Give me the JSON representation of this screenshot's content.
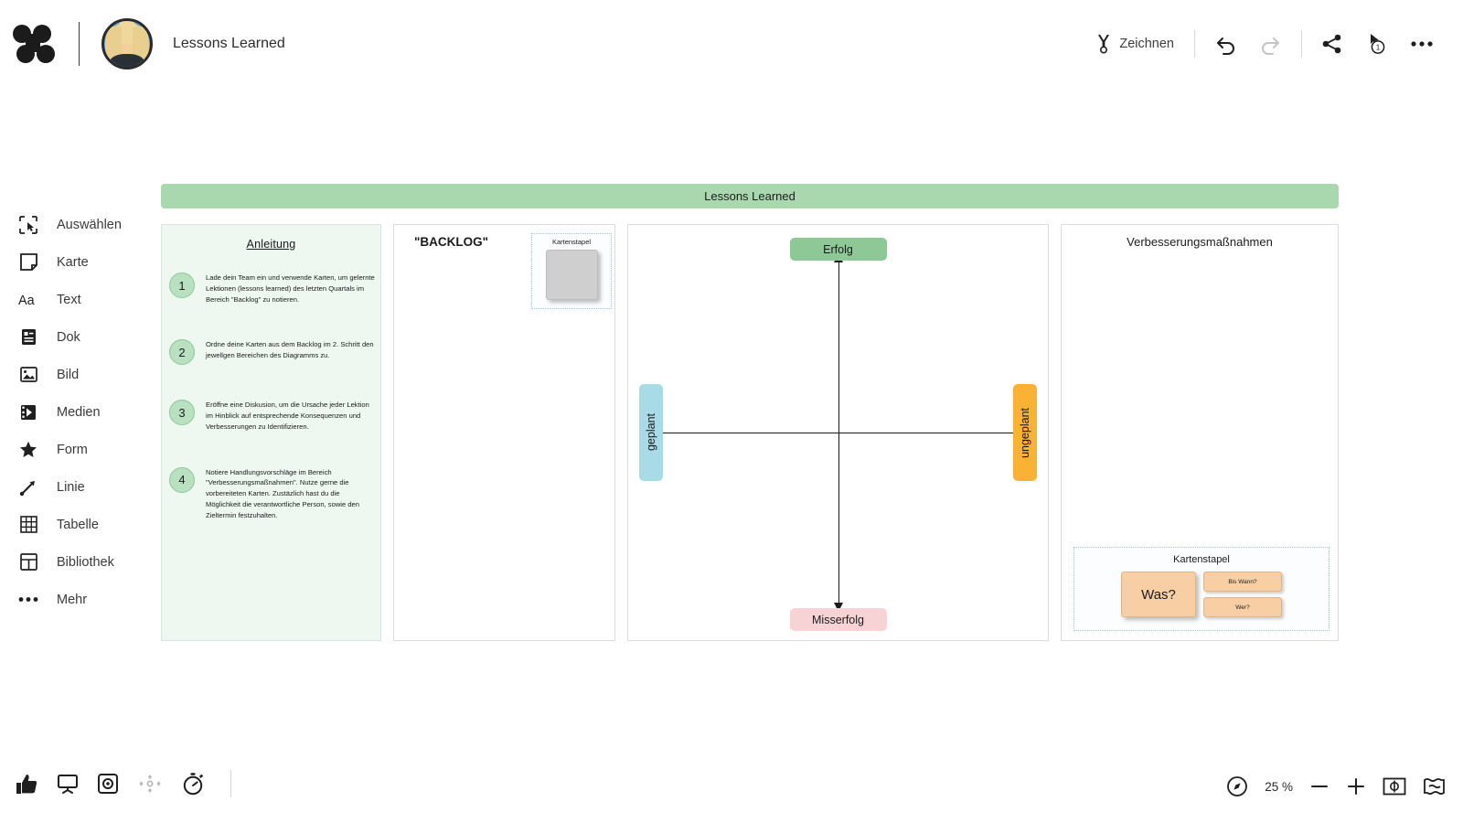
{
  "header": {
    "logo_icon": "conceptboard-logo-icon",
    "avatar_name": "user-avatar",
    "board_title": "Lessons Learned",
    "draw_label": "Zeichnen",
    "draw_icon": "pen-icon",
    "undo_icon": "undo-arrow-icon",
    "redo_icon": "redo-arrow-icon",
    "share_icon": "share-nodes-icon",
    "presence_icon": "cursor-presence-icon",
    "presence_count": "1",
    "more_icon": "ellipsis-icon"
  },
  "sidebar": {
    "items": [
      {
        "label": "Auswählen",
        "icon": "select-cursor-icon"
      },
      {
        "label": "Karte",
        "icon": "card-icon"
      },
      {
        "label": "Text",
        "icon": "text-aa-icon"
      },
      {
        "label": "Dok",
        "icon": "document-icon"
      },
      {
        "label": "Bild",
        "icon": "image-icon"
      },
      {
        "label": "Medien",
        "icon": "media-film-icon"
      },
      {
        "label": "Form",
        "icon": "star-shape-icon"
      },
      {
        "label": "Linie",
        "icon": "line-arrow-icon"
      },
      {
        "label": "Tabelle",
        "icon": "table-grid-icon"
      },
      {
        "label": "Bibliothek",
        "icon": "library-layout-icon"
      },
      {
        "label": "Mehr",
        "icon": "ellipsis-icon"
      }
    ]
  },
  "canvas": {
    "banner_title": "Lessons Learned",
    "instructions": {
      "title": "Anleitung",
      "steps": [
        {
          "num": "1",
          "text": "Lade dein Team ein und verwende Karten, um gelernte Lektionen (lessons learned) des letzten Quartals im Bereich \"Backlog\" zu notieren."
        },
        {
          "num": "2",
          "text": "Ordne deine Karten aus dem Backlog im 2. Schritt den jewellgen Bereichen des Diagramms zu."
        },
        {
          "num": "3",
          "text": "Eröffne eine Diskusion, um die Ursache jeder Lektion im Hinblick auf entsprechende Konsequenzen und Verbesserungen zu Identifizieren."
        },
        {
          "num": "4",
          "text": "Notiere Handlungsvorschläge im Bereich \"Verbesserungsmaßnahmen\". Nutze gerne die vorbereiteten Karten. Zustäzlich hast du die Möglichkeit die verantwortliche Person, sowie den Zieltermin festzuhalten."
        }
      ]
    },
    "backlog": {
      "title": "\"BACKLOG\"",
      "stack_label": "Kartenstapel"
    },
    "matrix": {
      "top_label": "Erfolg",
      "bottom_label": "Misserfolg",
      "left_label": "geplant",
      "right_label": "ungeplant",
      "colors": {
        "top": "#8ec896",
        "bottom": "#f7d3d6",
        "left": "#a9dbe7",
        "right": "#f9b233"
      }
    },
    "improvements": {
      "title": "Verbesserungsmaßnahmen",
      "stack_label": "Kartenstapel",
      "cards": {
        "main": "Was?",
        "secondary": [
          "Bis Wann?",
          "Wer?"
        ]
      }
    }
  },
  "footer": {
    "left_icons": [
      {
        "name": "thumbs-up-icon"
      },
      {
        "name": "presentation-screen-icon"
      },
      {
        "name": "focus-target-icon"
      },
      {
        "name": "participants-cursors-icon"
      },
      {
        "name": "stopwatch-timer-icon"
      }
    ],
    "navigator_icon": "compass-navigator-icon",
    "zoom_level": "25 %",
    "zoom_out_icon": "minus-icon",
    "zoom_in_icon": "plus-icon",
    "fit_screen_icon": "fit-to-screen-icon",
    "minimap_icon": "minimap-icon"
  }
}
